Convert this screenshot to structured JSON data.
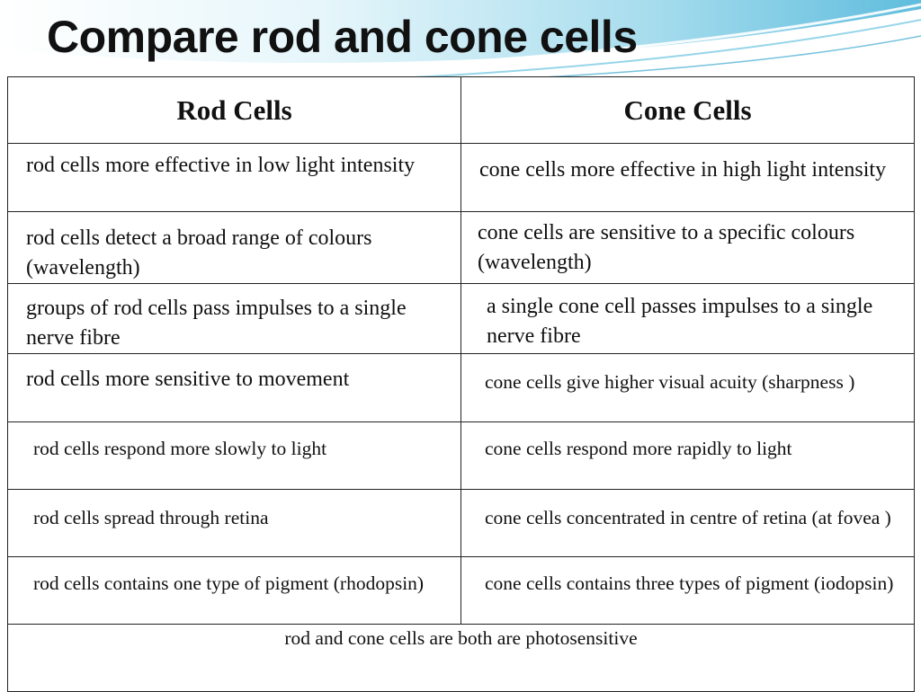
{
  "title": "Compare rod and cone cells",
  "table": {
    "headers": [
      "Rod Cells",
      "Cone Cells"
    ],
    "rows": [
      [
        "rod cells more effective in low light intensity",
        "cone cells more effective in high light intensity"
      ],
      [
        "rod cells detect a broad range of colours  (wavelength)",
        "cone cells are sensitive to a specific colours  (wavelength)"
      ],
      [
        "groups of rod cells pass impulses to a single nerve fibre",
        "a single cone cell passes impulses to a single nerve fibre"
      ],
      [
        "rod cells more sensitive to movement",
        "cone cells give higher visual acuity (sharpness )"
      ],
      [
        "rod cells respond more slowly to light",
        "cone cells respond more rapidly  to light"
      ],
      [
        "rod cells spread through retina",
        "cone cells concentrated in centre of retina (at fovea )"
      ],
      [
        "rod cells contains one type of pigment (rhodopsin)",
        "cone cells contains three types of pigment (iodopsin)"
      ]
    ],
    "footer": "rod and cone cells are both are photosensitive"
  },
  "colors": {
    "banner_light": "#d8f0f8",
    "banner_mid": "#7ccbe4",
    "banner_dark": "#3aa8d0",
    "border": "#222222"
  }
}
